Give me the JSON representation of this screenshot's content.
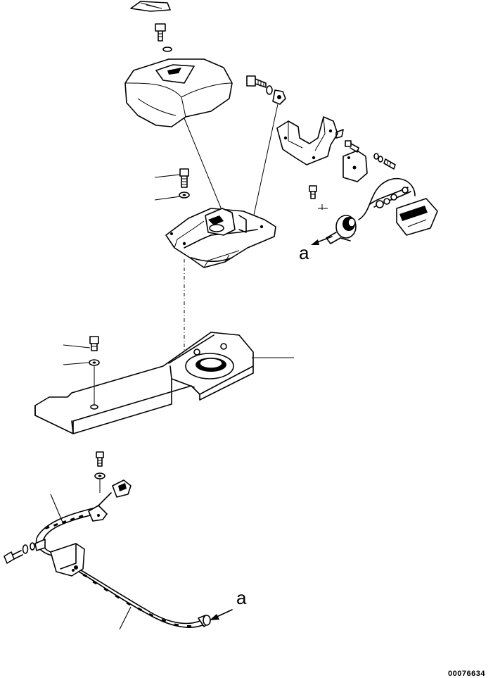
{
  "labels": {
    "ref_upper": "a",
    "ref_lower": "a"
  },
  "drawing_number": "00076634"
}
